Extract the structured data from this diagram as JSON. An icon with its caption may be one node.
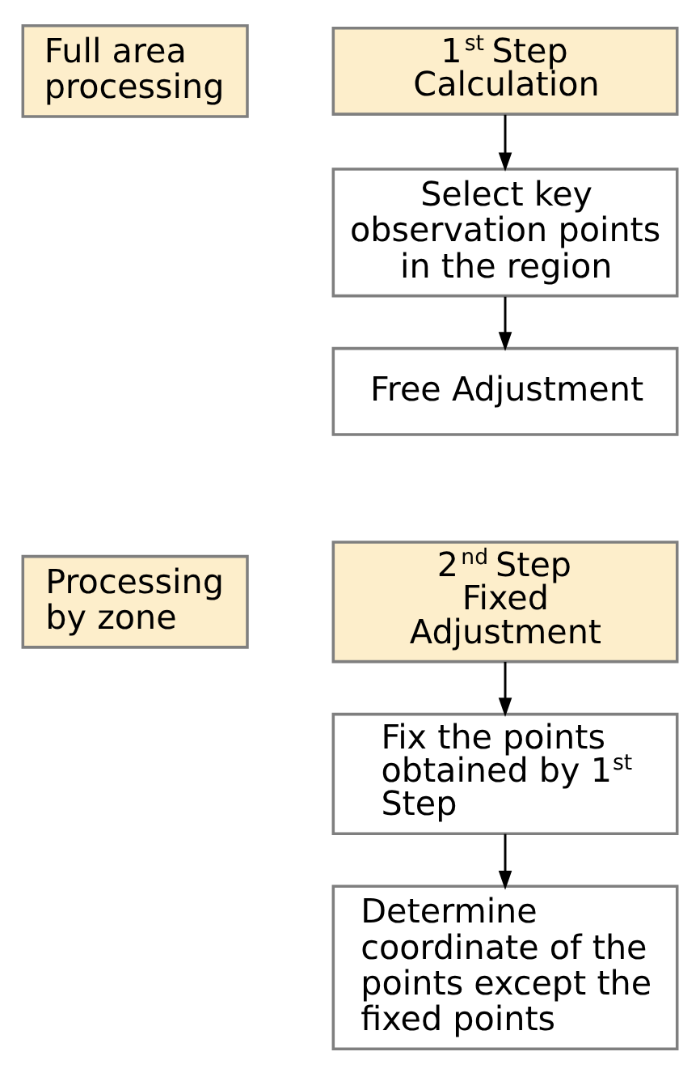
{
  "diagram": {
    "nodes": [
      {
        "text": [
          "Full area processing"
        ]
      },
      {
        "text": [
          "1$^{st}$ Step Calculation"
        ]
      },
      {
        "text": [
          "Select key observation points in the region"
        ]
      },
      {
        "text": [
          "Free Adjustment"
        ]
      },
      {
        "text": [
          "Processing by zone"
        ]
      },
      {
        "text": [
          "2$^{nd}$ Step Fixed Adjustment"
        ]
      },
      {
        "text": [
          "Fix the points obtained by 1$^{st}$ Step"
        ]
      },
      {
        "text": [
          "Determine coordinate of the points except the fixed points"
        ]
      }
    ],
    "edges": [
      {
        "from": 1,
        "to": 2,
        "arrow": "to"
      },
      {
        "from": 2,
        "to": 3,
        "arrow": "to"
      },
      {
        "from": 5,
        "to": 6,
        "arrow": "to"
      },
      {
        "from": 6,
        "to": 7,
        "arrow": "to"
      }
    ]
  }
}
